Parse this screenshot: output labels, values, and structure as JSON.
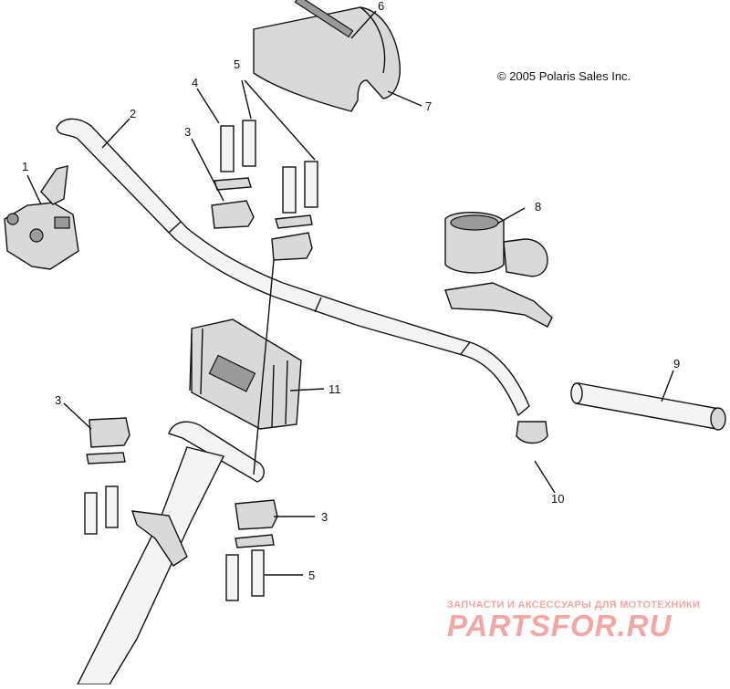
{
  "copyright": "© 2005 Polaris Sales Inc.",
  "callouts": {
    "c1": "1",
    "c2": "2",
    "c3a": "3",
    "c3b": "3",
    "c3c": "3",
    "c4": "4",
    "c5a": "5",
    "c5b": "5",
    "c6": "6",
    "c7": "7",
    "c8": "8",
    "c9": "9",
    "c10": "10",
    "c11": "11"
  },
  "watermark": {
    "tagline": "ЗАПЧАСТИ И АКСЕССУАРЫ ДЛЯ МОТОТЕХНИКИ",
    "logo": "PARTSFOR.RU",
    "color": "#f2a7a7"
  }
}
